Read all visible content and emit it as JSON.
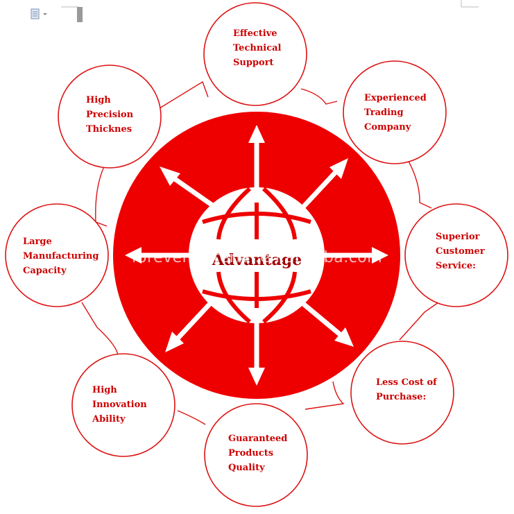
{
  "diagram": {
    "center_label": "Advantage",
    "watermark": "forevermaterial.en.alibaba.com",
    "nodes": [
      {
        "label": "Effective\nTechnical\nSupport"
      },
      {
        "label": "Experienced\nTrading\nCompany"
      },
      {
        "label": "Superior\nCustomer\nService:"
      },
      {
        "label": "Less Cost of\nPurchase:"
      },
      {
        "label": "Guaranteed\nProducts\nQuality"
      },
      {
        "label": "High\nInnovation\nAbility"
      },
      {
        "label": "Large\nManufacturing\nCapacity"
      },
      {
        "label": "High\nPrecision\nThicknes"
      }
    ]
  },
  "colors": {
    "accent": "#ee0000",
    "outline": "#dd1111",
    "label": "#cc0000",
    "center_text": "#a00000",
    "background": "#ffffff"
  },
  "toolbar": {
    "icon": "document-icon"
  }
}
